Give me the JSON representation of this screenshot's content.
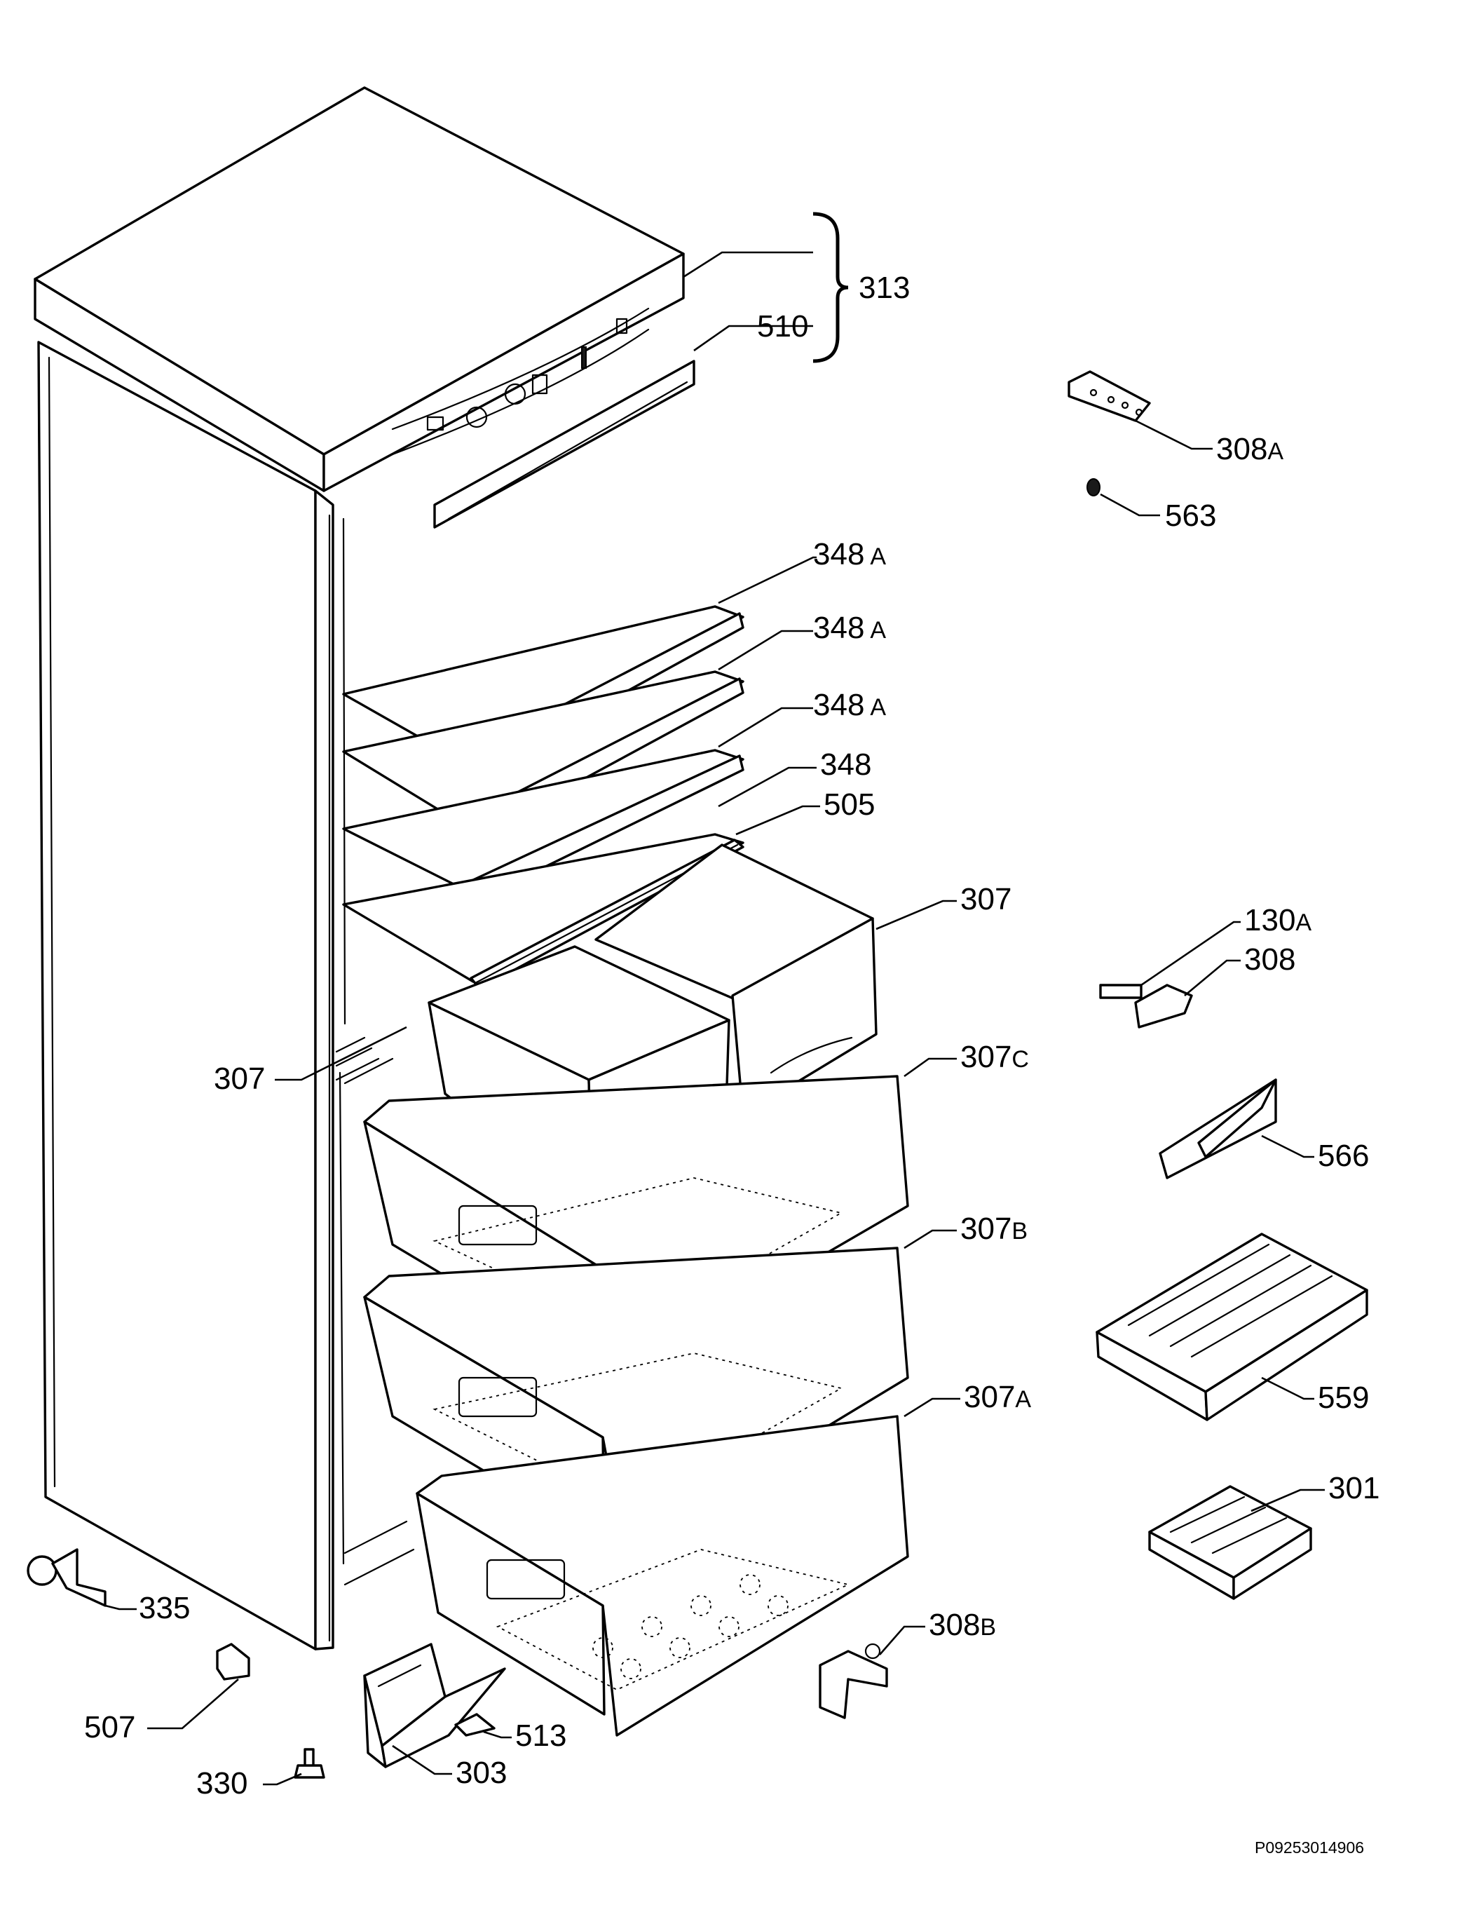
{
  "labels": {
    "l313": "313",
    "l510": "510",
    "l308a": "308",
    "l308a_s": "A",
    "l563": "563",
    "l348a_1": "348",
    "l348a_1_s": "A",
    "l348a_2": "348",
    "l348a_2_s": "A",
    "l348a_3": "348",
    "l348a_3_s": "A",
    "l348": "348",
    "l505": "505",
    "l307_right": "307",
    "l307_left": "307",
    "l130a": "130",
    "l130a_s": "A",
    "l308": "308",
    "l307c": "307",
    "l307c_s": "C",
    "l566": "566",
    "l307b": "307",
    "l307b_s": "B",
    "l559": "559",
    "l307a": "307",
    "l307a_s": "A",
    "l301": "301",
    "l335": "335",
    "l308b": "308",
    "l308b_s": "B",
    "l507": "507",
    "l513": "513",
    "l330": "330",
    "l303": "303"
  },
  "drawing_code": "P09253014906"
}
